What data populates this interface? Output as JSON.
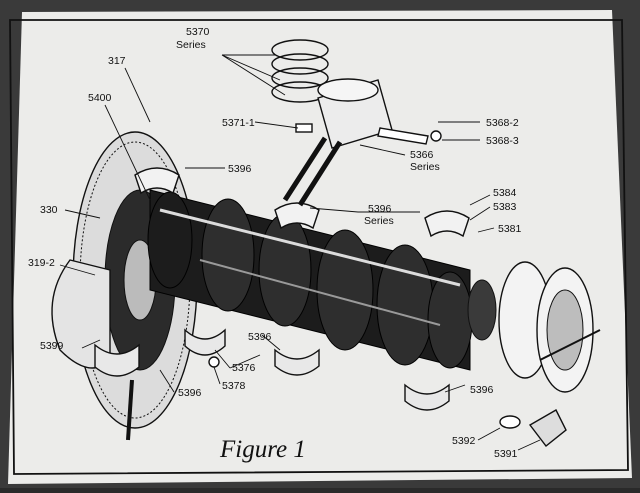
{
  "figure": {
    "caption": "Figure 1",
    "labels": {
      "l5370": "5370",
      "l5370s": "Series",
      "l317": "317",
      "l5400": "5400",
      "l5371": "5371-1",
      "l5368_2": "5368-2",
      "l5368_3": "5368-3",
      "l5366": "5366",
      "l5366s": "Series",
      "l5396a": "5396",
      "l330": "330",
      "l5396b": "5396",
      "l5396bs": "Series",
      "l5384": "5384",
      "l5383": "5383",
      "l5381": "5381",
      "l319": "319-2",
      "l5399": "5399",
      "l5396c": "5396",
      "l5376": "5376",
      "l5378": "5378",
      "l5396d": "5396",
      "l5396e": "5396",
      "l5392": "5392",
      "l5391": "5391"
    }
  }
}
